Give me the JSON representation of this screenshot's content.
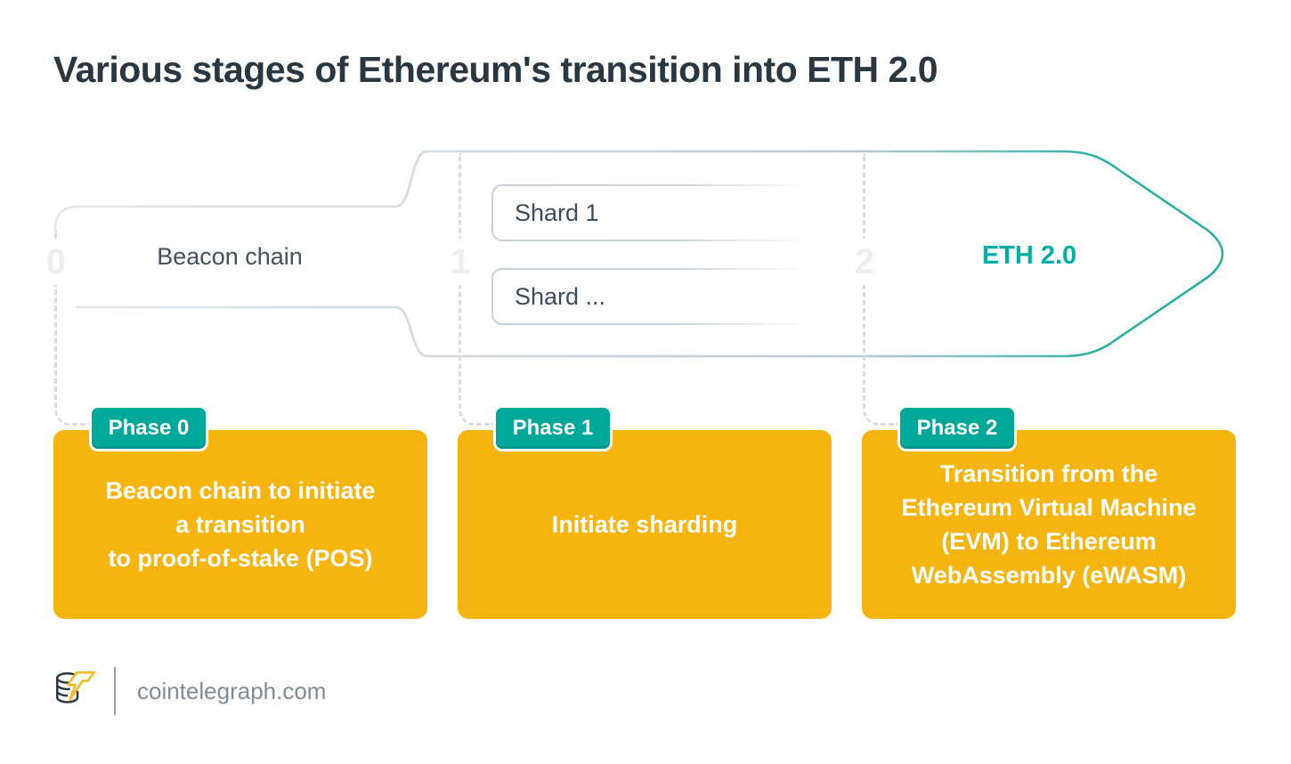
{
  "title": "Various stages of Ethereum's transition into ETH 2.0",
  "timeline": {
    "numbers": [
      "0",
      "1",
      "2"
    ],
    "beacon_label": "Beacon chain",
    "eth_label": "ETH 2.0",
    "shards": [
      "Shard 1",
      "Shard ..."
    ]
  },
  "phases": [
    {
      "badge": "Phase 0",
      "lines": [
        "Beacon chain to initiate",
        "a transition",
        "to proof-of-stake (POS)"
      ]
    },
    {
      "badge": "Phase 1",
      "lines": [
        "Initiate sharding"
      ]
    },
    {
      "badge": "Phase 2",
      "lines": [
        "Transition from the",
        "Ethereum Virtual Machine",
        "(EVM) to Ethereum",
        "WebAssembly (eWASM)"
      ]
    }
  ],
  "footer": {
    "site": "cointelegraph.com"
  },
  "colors": {
    "title_ink": "#2A3740",
    "accent_teal": "#00A89A",
    "eth_text_teal": "#00AFA6",
    "arrow_teal": "#2BAEA2",
    "arrow_gray": "#CDD6DC",
    "brand_yellow": "#F5B40E",
    "dashed_gray": "#D9DEE2",
    "milestone_number_gray": "#ECEEF1",
    "logo_bolt_yellow": "#F7BA1E",
    "footer_text_gray": "#7F8C96"
  }
}
